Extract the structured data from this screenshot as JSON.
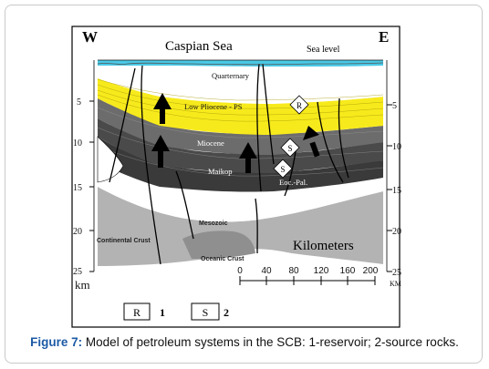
{
  "diagram": {
    "compass": {
      "west": "W",
      "east": "E"
    },
    "sea_label": "Caspian Sea",
    "sea_level_label": "Sea level",
    "depth_ticks": [
      "5",
      "10",
      "15",
      "20",
      "25"
    ],
    "depth_ticks_right": [
      "5",
      "10",
      "15",
      "20",
      "25"
    ],
    "depth_unit_left": "km",
    "depth_unit_right": "KM",
    "layers": {
      "quarternary": "Quarternary",
      "low_pliocene": "Low Pliocene - PS",
      "miocene": "Miocene",
      "maikop": "Maikop",
      "eoc_pal": "Eoc.-Pal.",
      "mesozoic": "Mesozoic",
      "continental_crust": "Continental Crust",
      "oceanic_crust": "Oceanic Crust"
    },
    "scale": {
      "title": "Kilometers",
      "ticks": [
        "0",
        "40",
        "80",
        "120",
        "160",
        "200"
      ]
    },
    "symbols": {
      "reservoir": "R",
      "source": "S"
    },
    "legend": [
      {
        "symbol": "R",
        "number": "1"
      },
      {
        "symbol": "S",
        "number": "2"
      }
    ],
    "colors": {
      "sea": "#49c9e6",
      "pliocene": "#f7ea1c",
      "miocene": "#6c6c6c",
      "maikop": "#4a4a4a",
      "eoc_pal": "#3a3a3a",
      "mesozoic": "#ffffff",
      "crust": "#b3b3b3",
      "caption_label": "#1c5aa6"
    }
  },
  "caption": {
    "label": "Figure 7:",
    "text": " Model of petroleum systems in the SCB: 1-reservoir; 2-source rocks."
  }
}
